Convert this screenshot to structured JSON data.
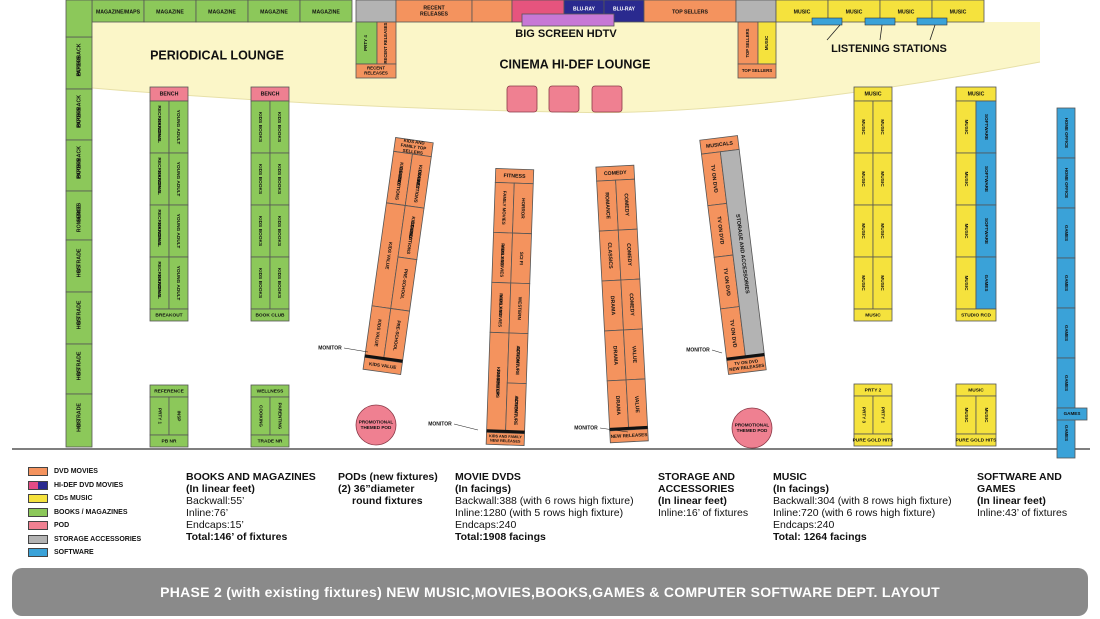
{
  "colors": {
    "dvd": "#f4935e",
    "hd_dvd": "#e44b86",
    "cd_music": "#f5e23d",
    "books": "#8cc85a",
    "pod": "#ef8091",
    "storage": "#b3b3b3",
    "software": "#3aa2d8",
    "lounge": "#fbf6c8",
    "bluray": "#2a2a8f",
    "hdtv": "#c778d6",
    "banner": "#8a8a8a"
  },
  "lounges": {
    "periodical": "PERIODICAL LOUNGE",
    "cinema": "CINEMA HI-DEF LOUNGE",
    "hdtv": "BIG SCREEN HDTV",
    "listening": "LISTENING STATIONS"
  },
  "top_wall": {
    "books": [
      "MAGAZINE/MAPS",
      "MAGAZINE",
      "MAGAZINE",
      "MAGAZINE",
      "MAGAZINE"
    ],
    "recent_releases": "RECENT RELEASES",
    "bluray": [
      "BLU-RAY",
      "BLU-RAY"
    ],
    "top_sellers": "TOP SELLERS",
    "music": [
      "MUSIC",
      "MUSIC",
      "MUSIC",
      "MUSIC"
    ],
    "pirty4": "PRTY 4",
    "recent_rel_small": "RECENT RELEASES",
    "recent_rel_small2": "RECENT RELEASES",
    "top_sellers_small": "TOP SELLERS",
    "music_small": "MUSIC"
  },
  "left_wall": [
    "PAPERBACK BOOKS",
    "PAPERBACK BOOKS",
    "PAPERBACK BOOKS",
    "SERIES ROMANCE",
    "HC/ TRADE BS",
    "HC/ TRADE BS",
    "HC/ TRADE BS",
    "HC/ TRADE BS"
  ],
  "book_gondolas": {
    "g1": {
      "cap": "BENCH",
      "left": [
        "RECREATIONAL READING",
        "RECREATIONAL READING",
        "RECREATIONAL READING",
        "RECREATIONAL READING"
      ],
      "right": [
        "YOUNG ADULT",
        "YOUNG ADULT",
        "YOUNG ADULT",
        "YOUNG ADULT"
      ],
      "bottom": "BREAKOUT"
    },
    "g2": {
      "cap": "BENCH",
      "left": [
        "KIDS BOOKS",
        "KIDS BOOKS",
        "KIDS BOOKS",
        "KIDS BOOKS"
      ],
      "right": [
        "KIDS BOOKS",
        "KIDS BOOKS",
        "KIDS BOOKS",
        "KIDS BOOKS"
      ],
      "bottom": "BOOK CLUB"
    },
    "small1": {
      "top": "REFERENCE",
      "left": "PRTY 1",
      "right": "INSP",
      "bottom": "PB NR"
    },
    "small2": {
      "top": "WELLNESS",
      "left": "COOKING",
      "right": "PARENTING",
      "bottom": "TRADE NR"
    }
  },
  "dvd_gondolas": {
    "g1": {
      "cap": "KIDS AND FAMILY TOP SELLERS",
      "left": [
        "KIDS AND FAMILY COLLECTIONS",
        "KIDS VALUE",
        "KIDS VALUE"
      ],
      "right": [
        "KIDS AND FAMILY COLLECTIONS",
        "KIDS AND FAMILY COLLECTIONS",
        "PRE-SCHOOL",
        "PRE-SCHOOL"
      ],
      "bottom": "KIDS VALUE"
    },
    "g2": {
      "cap": "FITNESS",
      "left": [
        "FAMILY MOVIES",
        "KIDS AND FAMILY MOVIES",
        "KIDS AND FAMILY MOVIES",
        "KIDS AND FAMILY TOP SELLERS"
      ],
      "right": [
        "HORROR",
        "SCI FI",
        "WESTERN",
        "ACTION / ADVENTURE",
        "ACTION / ADVENTURE"
      ],
      "bottom": "KIDS AND FAMILY NEW RELEASES"
    },
    "g3": {
      "cap": "COMEDY",
      "left": [
        "ROMANCE",
        "CLASSICS",
        "DRAMA",
        "DRAMA",
        "DRAMA"
      ],
      "right": [
        "COMEDY",
        "COMEDY",
        "COMEDY",
        "VALUE",
        "VALUE"
      ],
      "bottom": "NEW RELEASES"
    },
    "g4": {
      "cap": "MUSICALS",
      "left": [
        "TV ON DVD",
        "TV ON DVD",
        "TV ON DVD",
        "TV ON DVD"
      ],
      "right": "STORAGE AND ACCESSORIES",
      "bottom": "TV ON DVD NEW RELEASES"
    }
  },
  "monitors": [
    "MONITOR",
    "MONITOR",
    "MONITOR",
    "MONITOR"
  ],
  "pods": [
    "PROMOTIONAL THEMED POD",
    "PROMOTIONAL THEMED POD"
  ],
  "music_gondolas": {
    "g1": {
      "cap": "MUSIC",
      "left": [
        "MUSIC",
        "MUSIC",
        "MUSIC",
        "MUSIC"
      ],
      "right": [
        "MUSIC",
        "MUSIC",
        "MUSIC",
        "MUSIC"
      ],
      "bottom": "MUSIC"
    },
    "g2": {
      "cap": "MUSIC",
      "left": [
        "MUSIC",
        "MUSIC",
        "MUSIC",
        "MUSIC"
      ],
      "right": [
        "SOFTWARE",
        "SOFTWARE",
        "SOFTWARE",
        "GAMES"
      ],
      "bottom": "STUDIO RCD"
    },
    "small1": {
      "top": "PRTY 2",
      "left": "PRTY 3",
      "right": "PRTY 1",
      "bottom": "PURE GOLD HITS"
    },
    "small2": {
      "top": "MUSIC",
      "left": "MUSIC",
      "right": "MUSIC",
      "bottom": "PURE GOLD HITS"
    }
  },
  "software_wall": [
    "HOME OFFICE",
    "HOME OFFICE",
    "GAMES",
    "GAMES",
    "GAMES",
    "GAMES",
    "GAMES"
  ],
  "legend": [
    {
      "label": "DVD MOVIES",
      "color": "#f4935e"
    },
    {
      "label": "HI-DEF DVD MOVIES",
      "color": "split"
    },
    {
      "label": "CDs MUSIC",
      "color": "#f5e23d"
    },
    {
      "label": "BOOKS / MAGAZINES",
      "color": "#8cc85a"
    },
    {
      "label": "POD",
      "color": "#ef8091"
    },
    {
      "label": "STORAGE ACCESSORIES",
      "color": "#b3b3b3"
    },
    {
      "label": "SOFTWARE",
      "color": "#3aa2d8"
    }
  ],
  "summary": {
    "books": {
      "title": "BOOKS AND MAGAZINES",
      "sub": "(In linear feet)",
      "lines": [
        "Backwall:55’",
        "Inline:76’",
        "Endcaps:15’"
      ],
      "total": "Total:146’ of fixtures"
    },
    "pods": {
      "title": "PODs (new fixtures)",
      "lines": [
        "(2) 36”diameter",
        "round fixtures"
      ]
    },
    "movies": {
      "title": "MOVIE DVDS",
      "sub": "(In facings)",
      "lines": [
        "Backwall:388 (with 6 rows high fixture)",
        "Inline:1280 (with 5 rows high fixture)",
        "Endcaps:240"
      ],
      "total": "Total:1908 facings"
    },
    "storage": {
      "title": "STORAGE AND ACCESSORIES",
      "sub": "(In linear feet)",
      "lines": [
        "Inline:16’ of fixtures"
      ]
    },
    "music": {
      "title": "MUSIC",
      "sub": "(In facings)",
      "lines": [
        "Backwall:304 (with 8 rows high fixture)",
        "Inline:720 (with 6 rows high fixture)",
        "Endcaps:240"
      ],
      "total": "Total: 1264 facings"
    },
    "software": {
      "title": "SOFTWARE AND GAMES",
      "sub": "(In linear feet)",
      "lines": [
        "Inline:43’ of fixtures"
      ]
    }
  },
  "banner": "PHASE 2 (with existing fixtures) NEW MUSIC,MOVIES,BOOKS,GAMES & COMPUTER SOFTWARE DEPT. LAYOUT"
}
